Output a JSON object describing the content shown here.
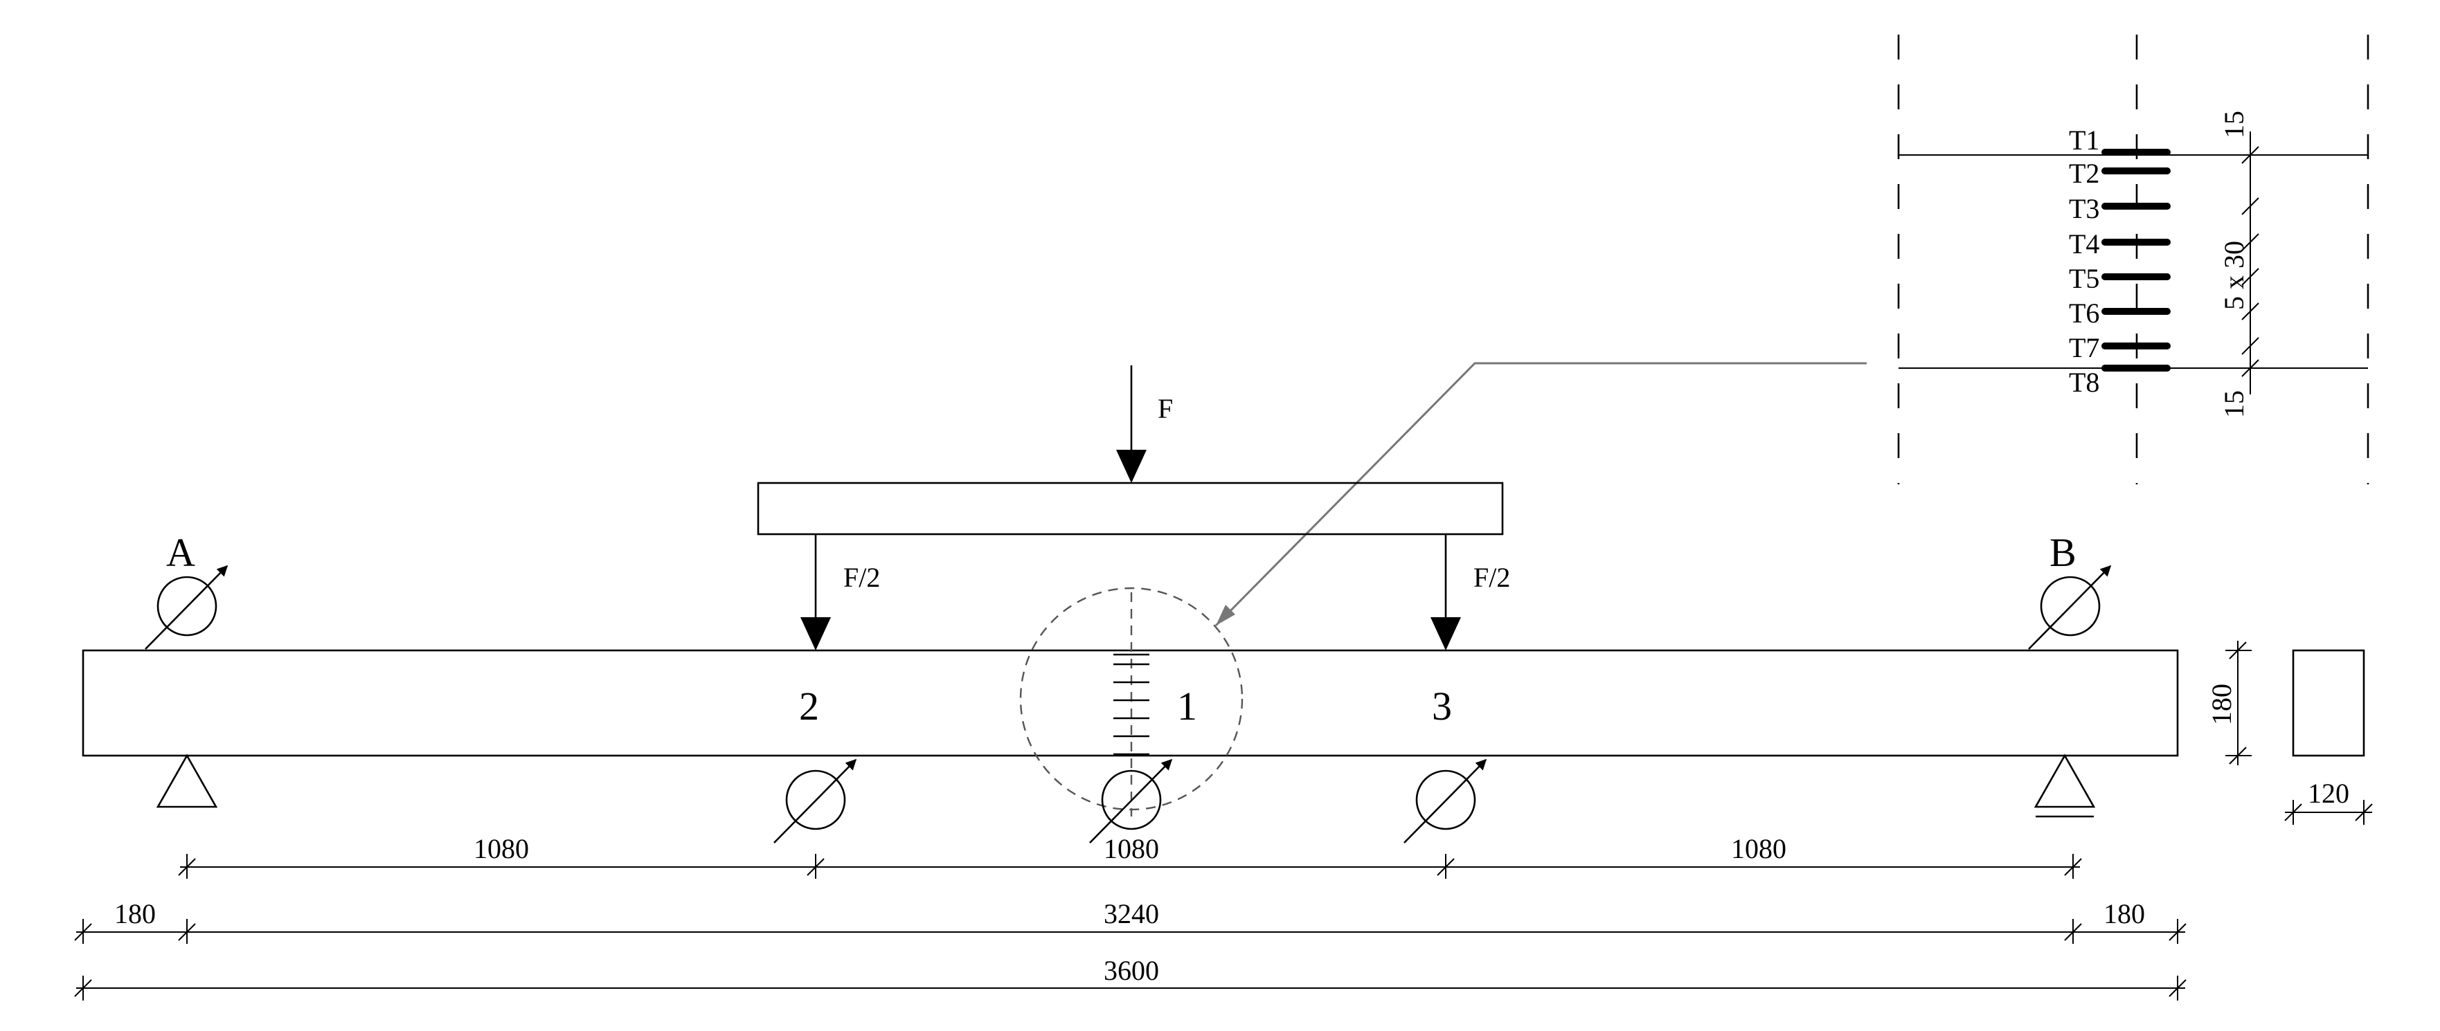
{
  "labels": {
    "load_total": "F",
    "load_half_left": "F/2",
    "load_half_right": "F/2",
    "support_a": "A",
    "support_b": "B",
    "point_1": "1",
    "point_2": "2",
    "point_3": "3"
  },
  "dimensions": {
    "span_left": "1080",
    "span_mid": "1080",
    "span_right": "1080",
    "overhang_left": "180",
    "overhang_right": "180",
    "support_span": "3240",
    "total_length": "3600",
    "section_height": "180",
    "section_width": "120"
  },
  "detail": {
    "gauges": [
      "T1",
      "T2",
      "T3",
      "T4",
      "T5",
      "T6",
      "T7",
      "T8"
    ],
    "dim_top": "15",
    "dim_spacing": "5 x 30",
    "dim_bottom": "15"
  }
}
